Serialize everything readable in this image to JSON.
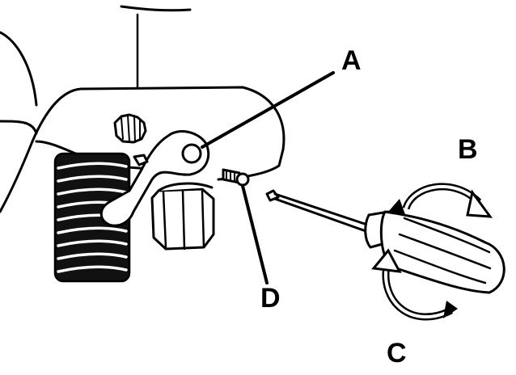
{
  "callouts": {
    "a": "A",
    "b": "B",
    "c": "C",
    "d": "D"
  },
  "colors": {
    "ink": "#000000",
    "paper": "#ffffff"
  },
  "icons": {
    "rotate_clockwise": "rotate-clockwise-arrow-icon",
    "rotate_counterclockwise": "rotate-counterclockwise-arrow-icon"
  }
}
